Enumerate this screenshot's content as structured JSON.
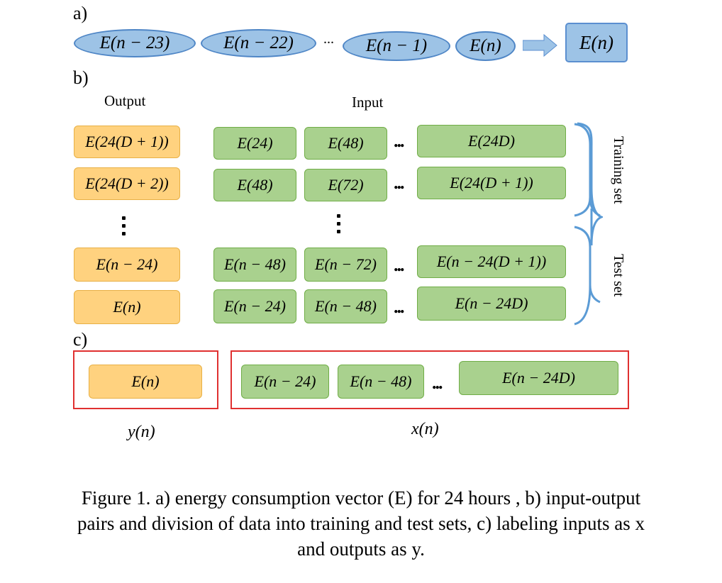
{
  "section_a": {
    "label": "a)",
    "ellipses": [
      "E(n − 23)",
      "E(n − 22)",
      "E(n − 1)",
      "E(n)"
    ],
    "dots": "...",
    "result": "E(n)"
  },
  "section_b": {
    "label": "b)",
    "output_header": "Output",
    "input_header": "Input",
    "outputs": [
      "E(24(D + 1))",
      "E(24(D + 2))",
      "E(n − 24)",
      "E(n)"
    ],
    "rows": [
      [
        "E(24)",
        "E(48)",
        "E(24D)"
      ],
      [
        "E(48)",
        "E(72)",
        "E(24(D + 1))"
      ],
      [
        "E(n − 48)",
        "E(n − 72)",
        "E(n − 24(D + 1))"
      ],
      [
        "E(n − 24)",
        "E(n − 48)",
        "E(n − 24D)"
      ]
    ],
    "hdots": "...",
    "training_label": "Training set",
    "test_label": "Test set"
  },
  "section_c": {
    "label": "c)",
    "output": "E(n)",
    "inputs": [
      "E(n − 24)",
      "E(n − 48)",
      "E(n − 24D)"
    ],
    "hdots": "...",
    "y_label": "y(n)",
    "x_label": "x(n)"
  },
  "caption": {
    "line1": "Figure 1.   a) energy consumption vector (E) for 24 hours , b) input-output",
    "line2": "pairs and division of data into training and test sets, c) labeling inputs as x",
    "line3": "and outputs as y."
  },
  "colors": {
    "blue_fill": "#9dc3e6",
    "blue_border": "#4f86c6",
    "orange_fill": "#ffd27f",
    "green_fill": "#a9d18e",
    "red_frame": "#e03030",
    "brace": "#5b9bd5"
  }
}
